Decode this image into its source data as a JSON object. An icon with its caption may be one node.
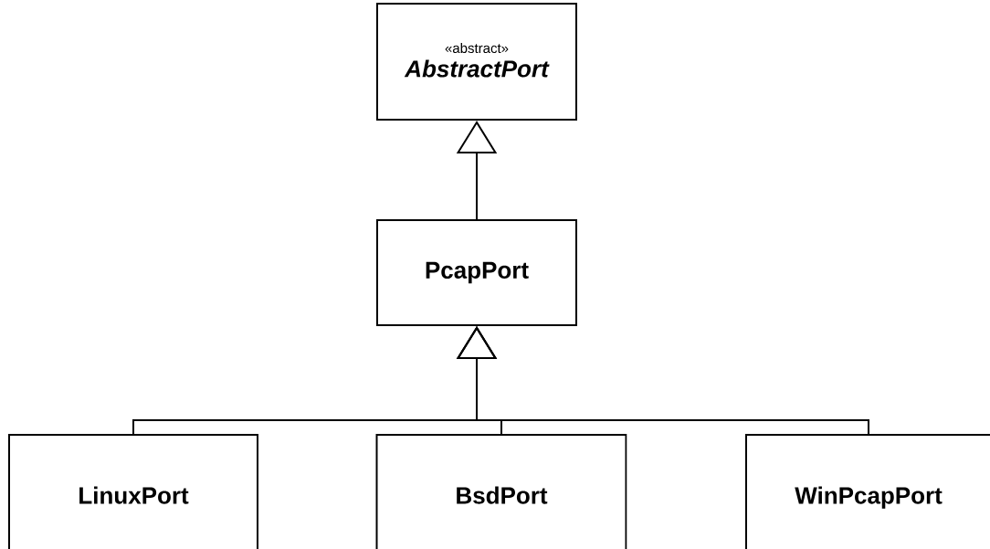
{
  "diagram": {
    "nodes": [
      {
        "text": [
          "«abstract»",
          "AbstractPort"
        ]
      },
      {
        "text": [
          "PcapPort"
        ]
      },
      {
        "text": [
          "LinuxPort"
        ]
      },
      {
        "text": [
          "BsdPort"
        ]
      },
      {
        "text": [
          "WinPcapPort"
        ]
      }
    ],
    "edges": [
      {
        "from": 1,
        "to": 0,
        "arrow": "to"
      },
      {
        "from": 2,
        "to": 1,
        "arrow": "to"
      },
      {
        "from": 3,
        "to": 1,
        "arrow": "to"
      },
      {
        "from": 4,
        "to": 1,
        "arrow": "to"
      }
    ]
  }
}
